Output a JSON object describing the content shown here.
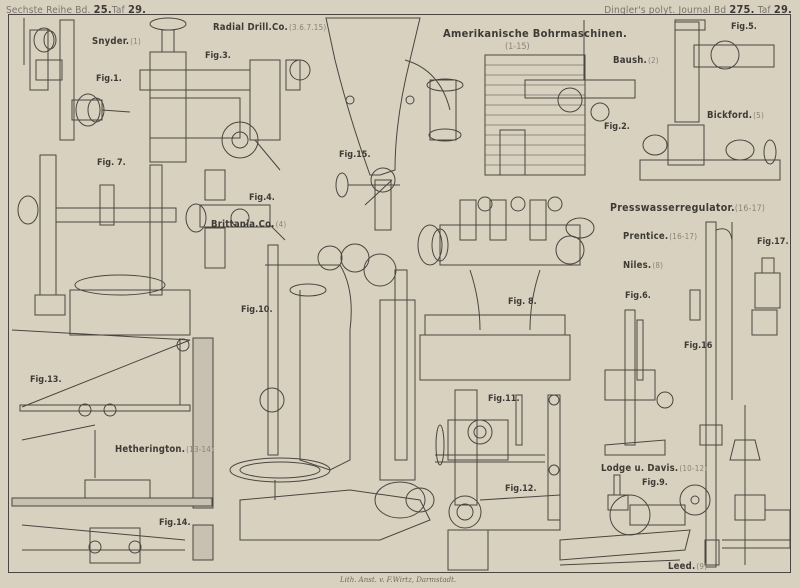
{
  "header": {
    "left": {
      "series": "Sechste Reihe Bd.",
      "volume": "25.",
      "plate_prefix": "Taf",
      "plate": "29."
    },
    "right": {
      "journal": "Dingler's polyt. Journal Bd",
      "volume": "275.",
      "plate_prefix": "Taf",
      "plate": "29."
    }
  },
  "title": {
    "main": "Amerikanische Bohrmaschinen.",
    "range": "(1-15)"
  },
  "manufacturers": [
    {
      "name": "Snyder.",
      "ref": "(1)"
    },
    {
      "name": "Radial Drill.Co.",
      "ref": "(3.6.7.15)"
    },
    {
      "name": "Baush.",
      "ref": "(2)"
    },
    {
      "name": "Bickford.",
      "ref": "(5)"
    },
    {
      "name": "Brittania.Co.",
      "ref": "(4)"
    },
    {
      "name": "Presswasserregulator.",
      "ref": "(16-17)"
    },
    {
      "name": "Prentice.",
      "ref": "(16-17)"
    },
    {
      "name": "Niles.",
      "ref": "(8)"
    },
    {
      "name": "Hetherington.",
      "ref": "(13-14)"
    },
    {
      "name": "Lodge u. Davis.",
      "ref": "(10-12)"
    },
    {
      "name": "Leed.",
      "ref": "(9)"
    }
  ],
  "figures": [
    "Fig.1.",
    "Fig.2.",
    "Fig.3.",
    "Fig.4.",
    "Fig.5.",
    "Fig.6.",
    "Fig. 7.",
    "Fig. 8.",
    "Fig.9.",
    "Fig.10.",
    "Fig.11.",
    "Fig.12.",
    "Fig.13.",
    "Fig.14.",
    "Fig.15.",
    "Fig.16",
    "Fig.17."
  ],
  "imprint": "Lith. Anst. v. F.Wirtz, Darmstadt.",
  "colors": {
    "paper": "#d9d1c0",
    "ink": "#3e3a35",
    "faint": "#8a8276"
  }
}
